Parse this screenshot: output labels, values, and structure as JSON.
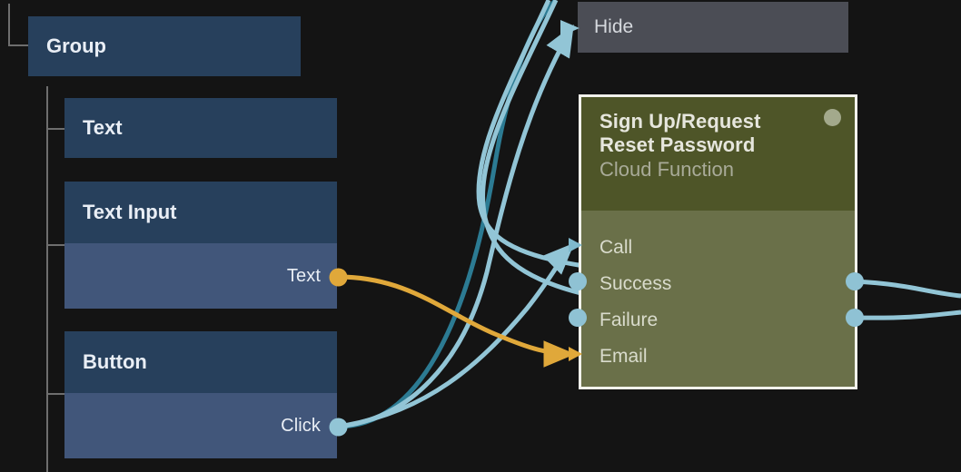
{
  "canvas": {
    "background": "#141414",
    "accent_orange": "#e0a83a",
    "accent_teal_light": "#92c5d6",
    "accent_teal_dark": "#2c7b93",
    "node_blue_header": "#27405c",
    "node_blue_port": "#41567a",
    "node_grey": "#4b4d55",
    "node_green_header": "#4e5528",
    "node_green_body": "#6a7049",
    "node_green_border": "#f2f2ec",
    "guide_line": "#6e6e6e"
  },
  "tree": {
    "root": {
      "label": "Group"
    },
    "children": [
      {
        "label": "Text",
        "ports": []
      },
      {
        "label": "Text Input",
        "ports": [
          {
            "label": "Text",
            "type": "output",
            "color": "#e0a83a"
          }
        ]
      },
      {
        "label": "Button",
        "ports": [
          {
            "label": "Click",
            "type": "output",
            "color": "#92c5d6"
          }
        ]
      }
    ]
  },
  "hide_node": {
    "label": "Hide",
    "input_port": {
      "label": "Hide",
      "type": "exec-input",
      "color": "#92c5d6"
    }
  },
  "cloud_function": {
    "title": "Sign Up/Request\nReset Password",
    "subtitle": "Cloud Function",
    "status_dot": "#a3a98c",
    "inputs": [
      {
        "label": "Call",
        "marker": "arrow",
        "color": "#7fb9cd"
      },
      {
        "label": "Success",
        "marker": "dot",
        "color": "#8fc2d4"
      },
      {
        "label": "Failure",
        "marker": "dot",
        "color": "#8fc2d4"
      },
      {
        "label": "Email",
        "marker": "arrow",
        "color": "#e0a83a"
      }
    ],
    "outputs": [
      {
        "label": "",
        "marker": "dot",
        "color": "#8fc2d4"
      },
      {
        "label": "",
        "marker": "dot",
        "color": "#8fc2d4"
      }
    ]
  },
  "connections": [
    {
      "from": "Button.Click",
      "to": "Hide",
      "color": "#92c5d6"
    },
    {
      "from": "Button.Click",
      "to": "offscreen-top",
      "color": "#2c7b93"
    },
    {
      "from": "Button.Click",
      "to": "CloudFunction.Call",
      "color": "#92c5d6"
    },
    {
      "from": "TextInput.Text",
      "to": "CloudFunction.Email",
      "color": "#e0a83a"
    },
    {
      "from": "offscreen-top-left",
      "to": "CloudFunction.Success",
      "color": "#92c5d6"
    },
    {
      "from": "offscreen-top-left",
      "to": "CloudFunction.Failure",
      "color": "#92c5d6"
    },
    {
      "from": "CloudFunction.out1",
      "to": "offscreen-right",
      "color": "#92c5d6"
    },
    {
      "from": "CloudFunction.out2",
      "to": "offscreen-right",
      "color": "#92c5d6"
    }
  ]
}
